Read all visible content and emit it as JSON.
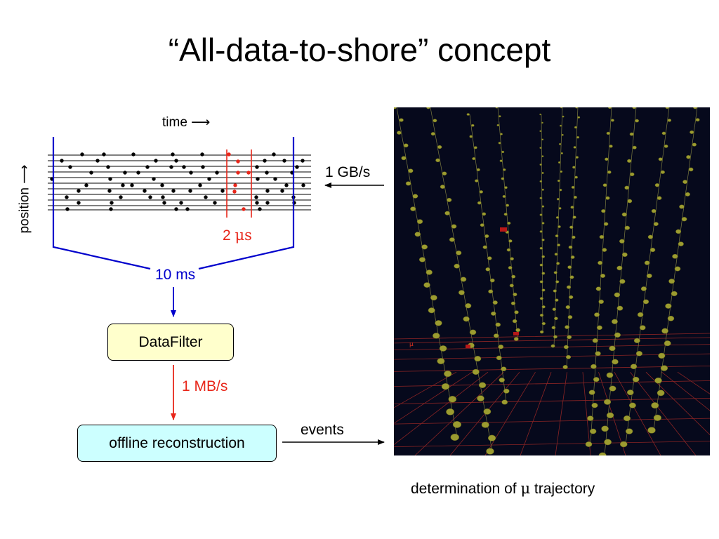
{
  "title": "“All-data-to-shore” concept",
  "diagram": {
    "time_label": "time ⟶",
    "position_label": "position ⟶",
    "input_rate": "1 GB/s",
    "window_label_prefix": "2 ",
    "window_label_unit": "μs",
    "buffer_label": "10 ms",
    "filter_label": "DataFilter",
    "output_rate": "1 MB/s",
    "reconstruction_label": "offline reconstruction",
    "events_label": "events",
    "caption_prefix": "determination of ",
    "caption_symbol": "μ",
    "caption_suffix": " trajectory",
    "colors": {
      "accent_blue": "#0000cc",
      "accent_red": "#e8261a",
      "filter_fill": "#ffffcc",
      "reco_fill": "#ccffff",
      "detector_bg": "#06091c",
      "detector_grid": "#8a2424",
      "module": "#9c9c30"
    }
  }
}
